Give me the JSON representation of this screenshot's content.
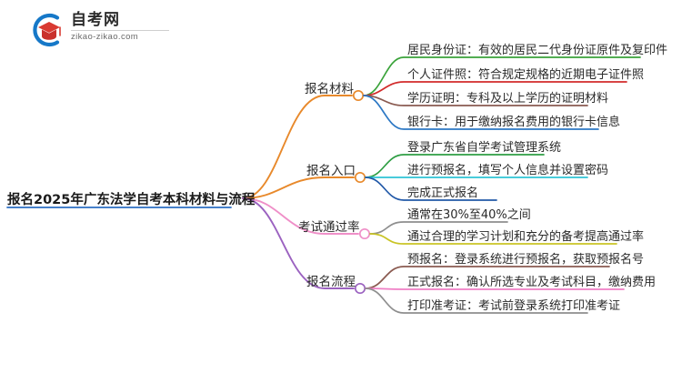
{
  "logo": {
    "name_cn": "自考网",
    "name_en": "zikao-zikao.com",
    "mark_arc_color": "#1678c8",
    "mark_cap_color": "#d93a32"
  },
  "mindmap": {
    "type": "mindmap",
    "root": {
      "label": "报名2025年广东法学自考本科材料与流程",
      "node_color": "#2d6fc4",
      "underline_color": "#2d6fc4"
    },
    "branches": [
      {
        "label": "报名材料",
        "color": "#e8892b",
        "node_color": "#e8892b",
        "children": [
          {
            "label": "居民身份证：有效的居民二代身份证原件及复印件",
            "color": "#3aa33a"
          },
          {
            "label": "个人证件照：符合规定规格的近期电子证件照",
            "color": "#d22b2b"
          },
          {
            "label": "学历证明：专科及以上学历的证明材料",
            "color": "#8a5a50"
          },
          {
            "label": "银行卡：用于缴纳报名费用的银行卡信息",
            "color": "#2d78c4"
          }
        ]
      },
      {
        "label": "报名入口",
        "color": "#e8892b",
        "node_color": "#e8892b",
        "children": [
          {
            "label": "登录广东省自学考试管理系统",
            "color": "#2f9e44"
          },
          {
            "label": "进行预报名，填写个人信息并设置密码",
            "color": "#2ec4d6"
          },
          {
            "label": "完成正式报名",
            "color": "#2259a8"
          }
        ]
      },
      {
        "label": "考试通过率",
        "color": "#ef8fc8",
        "node_color": "#ef8fc8",
        "children": [
          {
            "label": "通常在30%至40%之间",
            "color": "#8e8e8e"
          },
          {
            "label": "通过合理的学习计划和充分的备考提高通过率",
            "color": "#c9c425"
          }
        ]
      },
      {
        "label": "报名流程",
        "color": "#9b62c0",
        "node_color": "#9b62c0",
        "children": [
          {
            "label": "预报名：登录系统进行预报名，获取预报名号",
            "color": "#8a5a50"
          },
          {
            "label": "正式报名：确认所选专业及考试科目，缴纳费用",
            "color": "#ef7fc5"
          },
          {
            "label": "打印准考证：考试前登录系统打印准考证",
            "color": "#8e8e8e"
          }
        ]
      }
    ]
  }
}
